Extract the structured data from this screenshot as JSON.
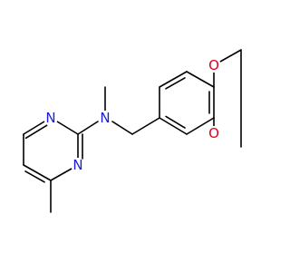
{
  "molecule": {
    "colors": {
      "bond": "#000000",
      "nitrogen": "#1b1bd9",
      "oxygen": "#e0001b",
      "background": "#ffffff"
    },
    "atoms": [
      {
        "id": "n_ring_top",
        "element": "N",
        "label": "N"
      },
      {
        "id": "n_ring_bottom",
        "element": "N",
        "label": "N"
      },
      {
        "id": "n_amine",
        "element": "N",
        "label": "N"
      },
      {
        "id": "o_top",
        "element": "O",
        "label": "O"
      },
      {
        "id": "o_bottom",
        "element": "O",
        "label": "O"
      }
    ]
  }
}
